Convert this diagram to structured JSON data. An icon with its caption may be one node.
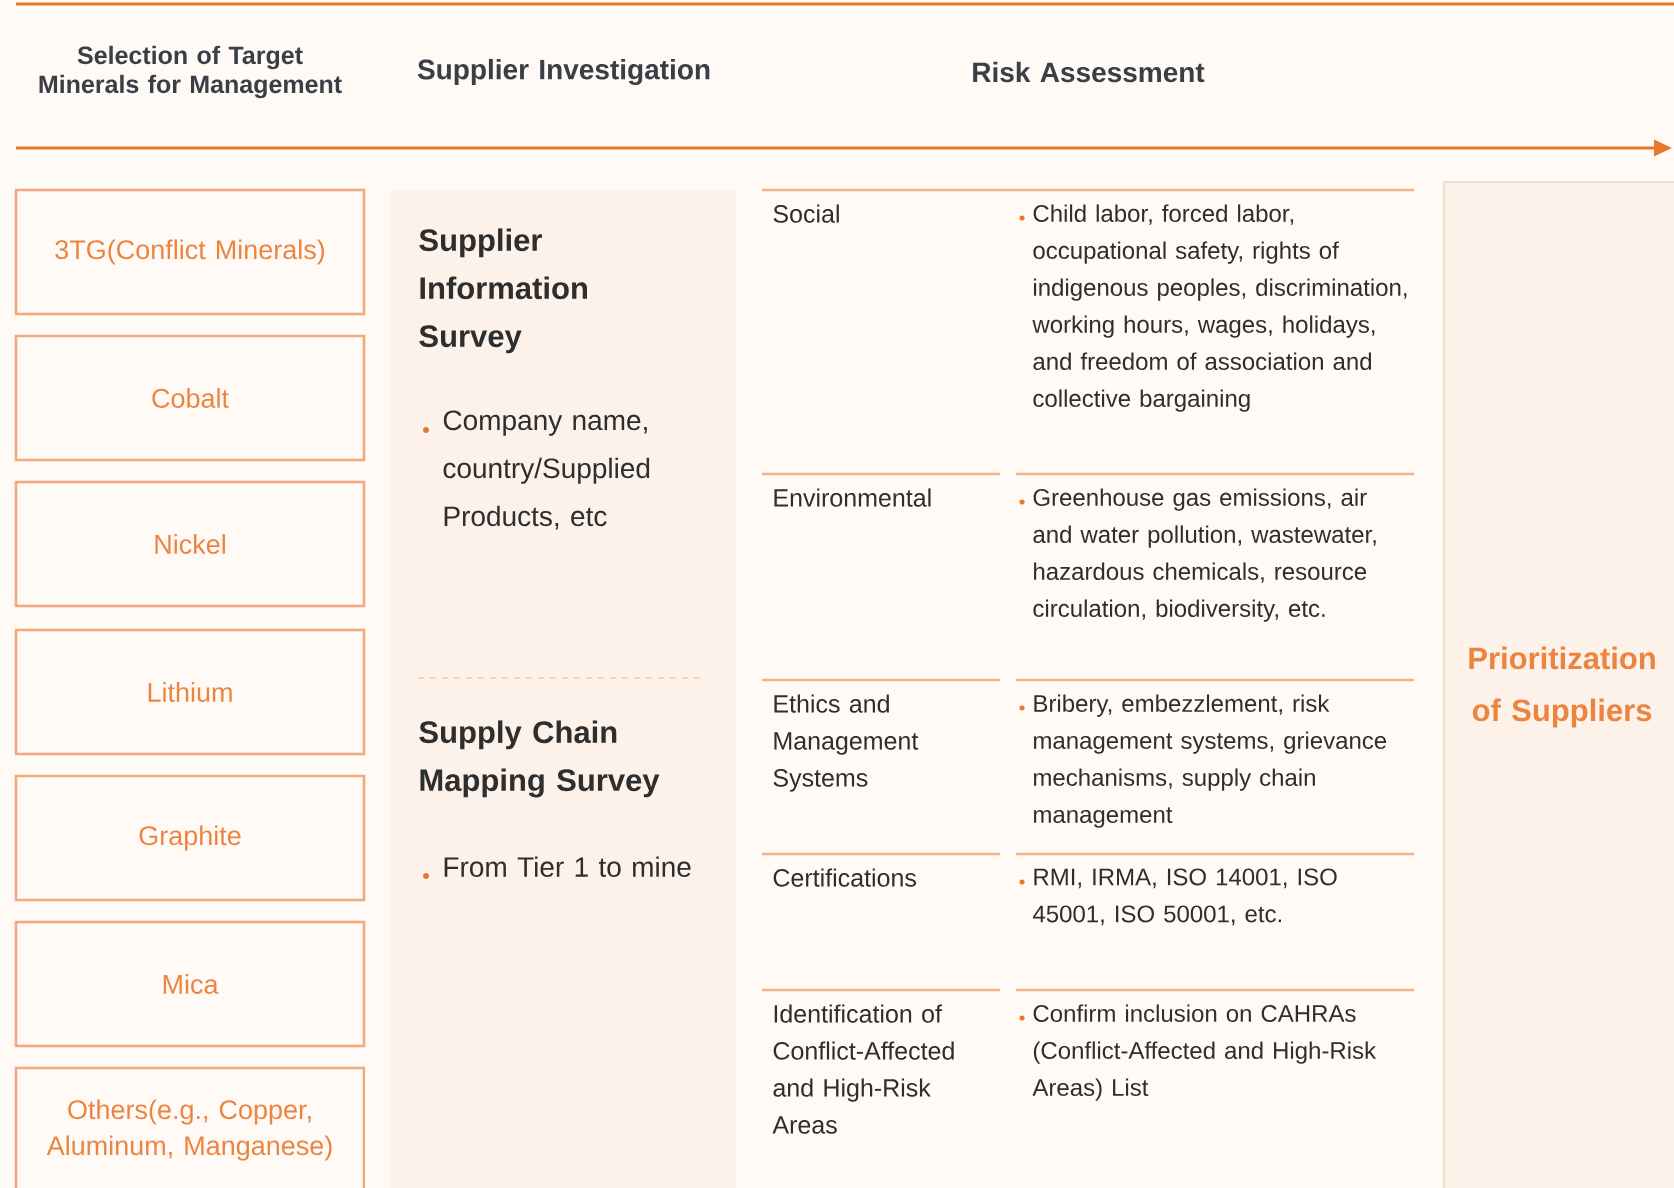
{
  "diagram": {
    "nodes": [
      {
        "text": [
          "3TG(Conflict Minerals)"
        ]
      },
      {
        "text": [
          "Cobalt"
        ]
      },
      {
        "text": [
          "Nickel"
        ]
      },
      {
        "text": [
          "Lithium"
        ]
      },
      {
        "text": [
          "Graphite"
        ]
      },
      {
        "text": [
          "Mica"
        ]
      },
      {
        "text": [
          "Others(e.g., Copper, Aluminum, Manganese)"
        ]
      },
      {
        "text": [
          "Supplier Information Survey",
          "Company name, country/Supplied Products, etc",
          "Supply Chain Mapping Survey",
          "From Tier 1 to mine"
        ]
      },
      {
        "text": [
          "Prioritization of Suppliers"
        ]
      }
    ],
    "labels": [
      "Selection of Target Minerals for Management",
      "Supplier Investigation",
      "Risk Assessment",
      "Social",
      "Child labor, forced labor, occupational safety, rights of indigenous peoples, discrimination, working hours, wages, holidays, and freedom of association and collective bargaining",
      "Environmental",
      "Greenhouse gas emissions, air and water pollution, wastewater, hazardous chemicals, resource circulation, biodiversity, etc.",
      "Ethics and Management Systems",
      "Bribery, embezzlement, risk management systems, grievance mechanisms, supply chain management",
      "Certifications",
      "RMI, IRMA, ISO 14001, ISO 45001, ISO 50001, etc.",
      "Identification of Conflict-Affected and High-Risk Areas",
      "Confirm inclusion on CAHRAs (Conflict-Affected and High-Risk Areas) List"
    ]
  }
}
